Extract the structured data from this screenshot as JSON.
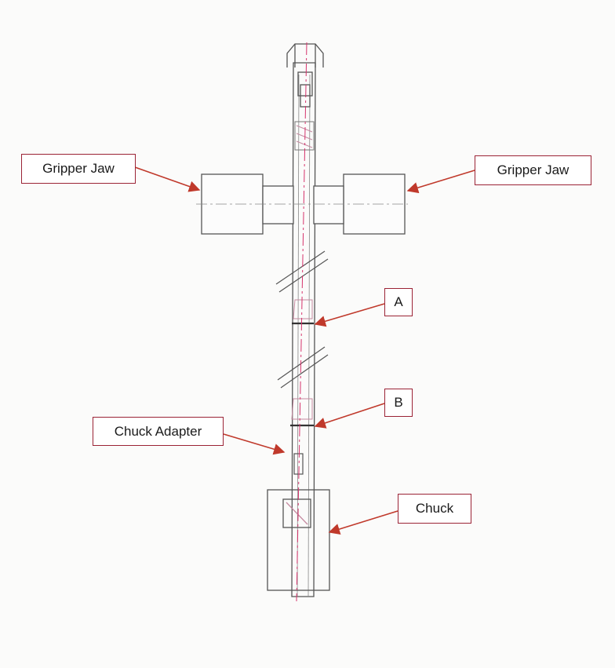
{
  "labels": {
    "gripper_left": "Gripper Jaw",
    "gripper_right": "Gripper Jaw",
    "point_a": "A",
    "point_b": "B",
    "chuck_adapter": "Chuck Adapter",
    "chuck": "Chuck"
  },
  "colors": {
    "callout_border": "#9b2335",
    "arrow": "#c0392b",
    "outline": "#555555",
    "centerline": "#d6336c"
  }
}
